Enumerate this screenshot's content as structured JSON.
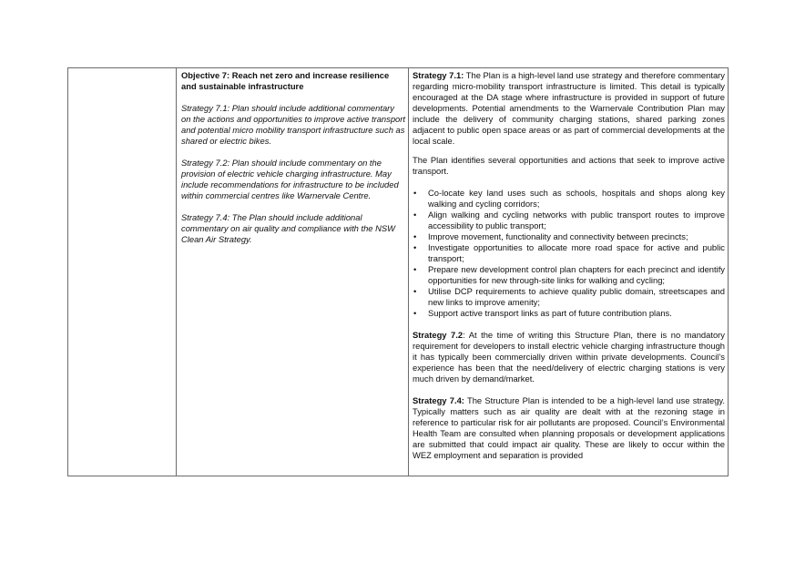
{
  "col2": {
    "objective_title": "Objective 7: Reach net zero and increase resilience and sustainable infrastructure",
    "strategy_71": "Strategy 7.1: Plan should include additional commentary on the actions and opportunities to improve active transport and potential micro mobility transport infrastructure such as shared or electric bikes.",
    "strategy_72": "Strategy 7.2: Plan should include commentary on the provision of electric vehicle charging infrastructure. May include recommendations for infrastructure to be included within commercial centres like Warnervale Centre.",
    "strategy_74": "Strategy 7.4: The Plan should include additional commentary on air quality and compliance with the NSW Clean Air Strategy."
  },
  "col3": {
    "s71_label": "Strategy 7.1:",
    "s71_text": " The Plan is a high-level land use strategy and therefore commentary regarding micro-mobility transport infrastructure is limited. This detail is typically encouraged at the DA stage where infrastructure is provided in support of future developments. Potential amendments to the Warnervale Contribution Plan may include the delivery of community charging stations, shared parking zones adjacent to public open space areas or as part of commercial developments at the local scale.",
    "intro": "The Plan identifies several opportunities and actions that seek to improve active transport.",
    "bullets": [
      "Co-locate key land uses such as schools, hospitals and shops along key walking and cycling corridors;",
      "Align walking and cycling networks with public transport routes to improve accessibility to public transport;",
      "Improve movement, functionality and connectivity between precincts;",
      "Investigate opportunities to allocate more road space for active and public transport;",
      "Prepare new development control plan chapters for each precinct and identify opportunities for new through-site links for walking and cycling;",
      "Utilise DCP requirements to achieve quality public domain, streetscapes and new links to improve amenity;",
      "Support active transport links as part of future contribution plans."
    ],
    "s72_label": "Strategy 7.2",
    "s72_text": ": At the time of writing this Structure Plan, there is no mandatory requirement for developers to install electric vehicle charging infrastructure though it has typically been commercially driven within private developments. Council’s experience has been that the need/delivery of electric charging stations is very much driven by demand/market.",
    "s74_label": "Strategy 7.4:",
    "s74_text": " The Structure Plan is intended to be a high-level land use strategy. Typically matters such as air quality are dealt with at the rezoning stage in reference to particular risk for air pollutants are proposed. Council’s Environmental Health Team are consulted when planning proposals or development applications are submitted that could impact air quality. These are likely to occur within the WEZ employment and separation is provided"
  }
}
